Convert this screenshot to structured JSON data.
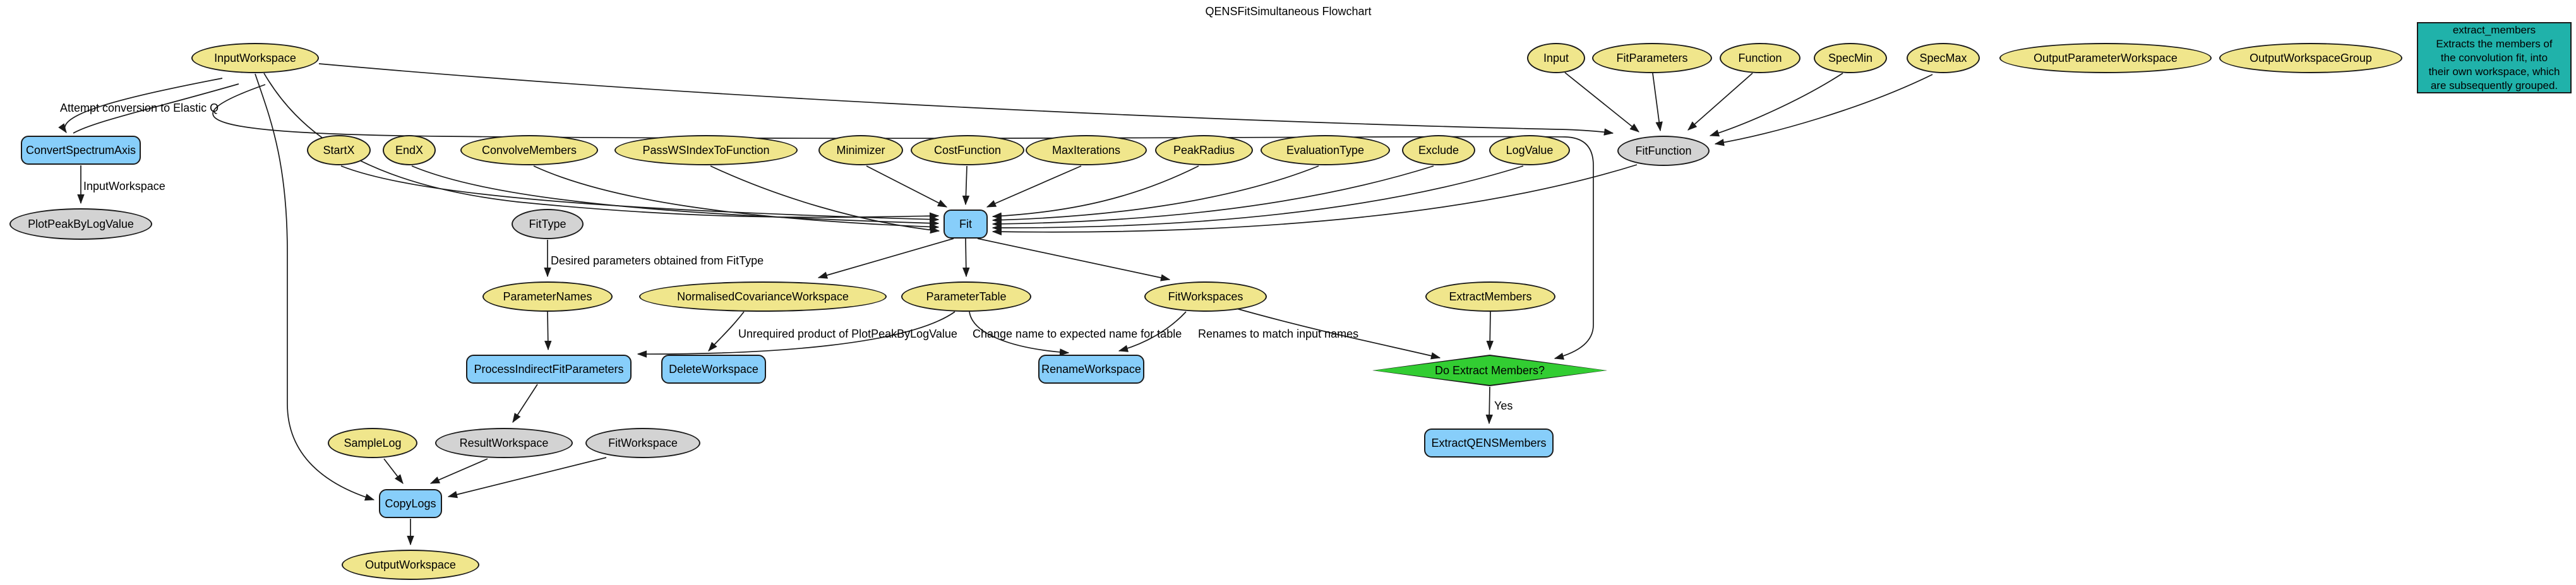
{
  "title": "QENSFitSimultaneous Flowchart",
  "colors": {
    "parameter_fill": "#F0E68C",
    "algorithm_fill": "#87CEFA",
    "value_fill": "#D3D3D3",
    "decision_fill": "#32CD32",
    "note_fill": "#20B2AA",
    "stroke": "#1a1a1a",
    "background": "#ffffff"
  },
  "nodes": {
    "input_workspace": {
      "label": "InputWorkspace"
    },
    "convert_spectrum_axis": {
      "label": "ConvertSpectrumAxis"
    },
    "plot_peak_by_log_value": {
      "label": "PlotPeakByLogValue"
    },
    "start_x": {
      "label": "StartX"
    },
    "end_x": {
      "label": "EndX"
    },
    "convolve_members": {
      "label": "ConvolveMembers"
    },
    "pass_ws_index_to_function": {
      "label": "PassWSIndexToFunction"
    },
    "minimizer": {
      "label": "Minimizer"
    },
    "cost_function": {
      "label": "CostFunction"
    },
    "max_iterations": {
      "label": "MaxIterations"
    },
    "peak_radius": {
      "label": "PeakRadius"
    },
    "evaluation_type": {
      "label": "EvaluationType"
    },
    "exclude": {
      "label": "Exclude"
    },
    "log_value": {
      "label": "LogValue"
    },
    "fit_function": {
      "label": "FitFunction"
    },
    "input": {
      "label": "Input"
    },
    "fit_parameters": {
      "label": "FitParameters"
    },
    "function": {
      "label": "Function"
    },
    "spec_min": {
      "label": "SpecMin"
    },
    "spec_max": {
      "label": "SpecMax"
    },
    "output_parameter_workspace": {
      "label": "OutputParameterWorkspace"
    },
    "output_workspace_group": {
      "label": "OutputWorkspaceGroup"
    },
    "fit": {
      "label": "Fit"
    },
    "fit_type": {
      "label": "FitType"
    },
    "parameter_names": {
      "label": "ParameterNames"
    },
    "normalised_covariance_workspace": {
      "label": "NormalisedCovarianceWorkspace"
    },
    "parameter_table": {
      "label": "ParameterTable"
    },
    "fit_workspaces": {
      "label": "FitWorkspaces"
    },
    "extract_members": {
      "label": "ExtractMembers"
    },
    "process_indirect_fit_parameters": {
      "label": "ProcessIndirectFitParameters"
    },
    "delete_workspace": {
      "label": "DeleteWorkspace"
    },
    "rename_workspace": {
      "label": "RenameWorkspace"
    },
    "do_extract_members": {
      "label": "Do Extract Members?"
    },
    "extract_qens_members": {
      "label": "ExtractQENSMembers"
    },
    "sample_log": {
      "label": "SampleLog"
    },
    "result_workspace": {
      "label": "ResultWorkspace"
    },
    "fit_workspace": {
      "label": "FitWorkspace"
    },
    "copy_logs": {
      "label": "CopyLogs"
    },
    "output_workspace": {
      "label": "OutputWorkspace"
    }
  },
  "edge_labels": {
    "attempt_conversion": "Attempt conversion to Elastic Q",
    "input_workspace": "InputWorkspace",
    "desired_parameters": "Desired parameters obtained from FitType",
    "unrequired_product": "Unrequired product of PlotPeakByLogValue",
    "change_name": "Change name to expected name for table",
    "renames": "Renames to match input names",
    "yes": "Yes"
  },
  "note": {
    "text": "extract_members\nExtracts the members of\nthe convolution fit, into\ntheir own workspace, which\nare subsequently grouped."
  }
}
